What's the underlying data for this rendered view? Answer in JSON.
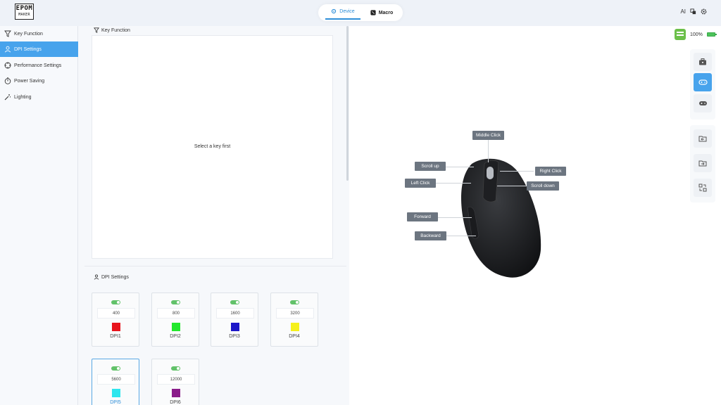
{
  "header": {
    "logo_line1": "EPOM",
    "logo_line2": "MAKER",
    "tabs": [
      {
        "label": "Device",
        "icon": "gear-icon",
        "active": true
      },
      {
        "label": "Macro",
        "icon": "macro-icon",
        "active": false
      }
    ],
    "right_label": "AI"
  },
  "sidebar": {
    "items": [
      {
        "label": "Key Function",
        "icon": "filter-icon"
      },
      {
        "label": "DPI Settings",
        "icon": "user-icon",
        "active": true
      },
      {
        "label": "Performance Settings",
        "icon": "crosshair-icon"
      },
      {
        "label": "Power Saving",
        "icon": "timer-icon"
      },
      {
        "label": "Lighting",
        "icon": "magic-wand-icon"
      }
    ]
  },
  "key_function": {
    "title": "Key Function",
    "empty_text": "Select a key first"
  },
  "dpi": {
    "title": "DPI Settings",
    "levels": [
      {
        "value": "400",
        "name": "DPI1",
        "color": "#e8141c",
        "enabled": true
      },
      {
        "value": "800",
        "name": "DPI2",
        "color": "#22e82c",
        "enabled": true
      },
      {
        "value": "1600",
        "name": "DPI3",
        "color": "#1c16c8",
        "enabled": true
      },
      {
        "value": "3200",
        "name": "DPI4",
        "color": "#f5f01a",
        "enabled": true
      },
      {
        "value": "5600",
        "name": "DPI5",
        "color": "#2ee6ee",
        "enabled": true,
        "selected": true
      },
      {
        "value": "12000",
        "name": "DPI6",
        "color": "#8a1c8a",
        "enabled": true
      }
    ]
  },
  "device": {
    "battery_text": "100%",
    "buttons": {
      "middle_click": "Middle Click",
      "scroll_up": "Scroll up",
      "right_click": "Right Click",
      "left_click": "Left Click",
      "scroll_down": "Scroll down",
      "forward": "Forward",
      "backward": "Backward"
    }
  },
  "colors": {
    "accent": "#47a3ec",
    "toggle_on": "#62c26a"
  }
}
